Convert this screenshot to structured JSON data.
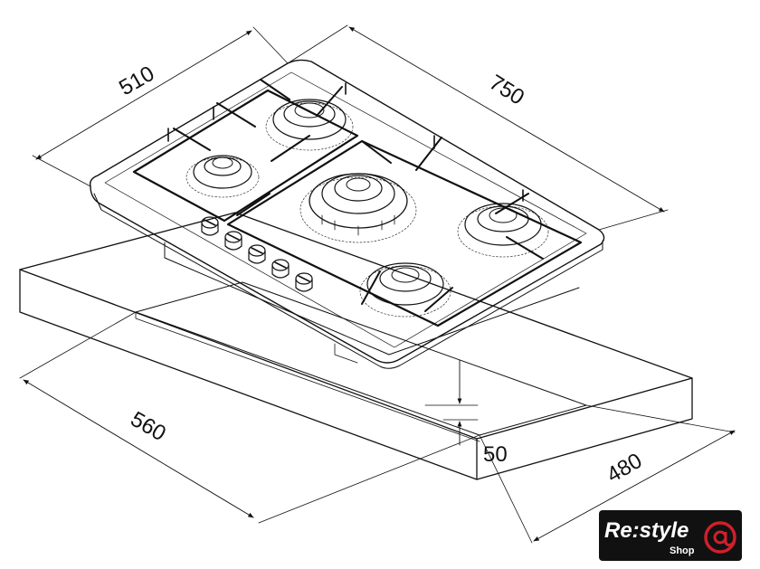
{
  "drawing": {
    "subject": "gas hob installation diagram",
    "dimensions": {
      "hob_width": "750",
      "hob_depth": "510",
      "cutout_width": "560",
      "cutout_depth": "480",
      "cutout_height": "50"
    },
    "burners": 5,
    "control_knobs": 5
  },
  "logo": {
    "wordmark": "Re:style",
    "sub": "Shop",
    "colors": {
      "background": "#111111",
      "accent": "#d0202a",
      "text": "#ffffff"
    }
  }
}
